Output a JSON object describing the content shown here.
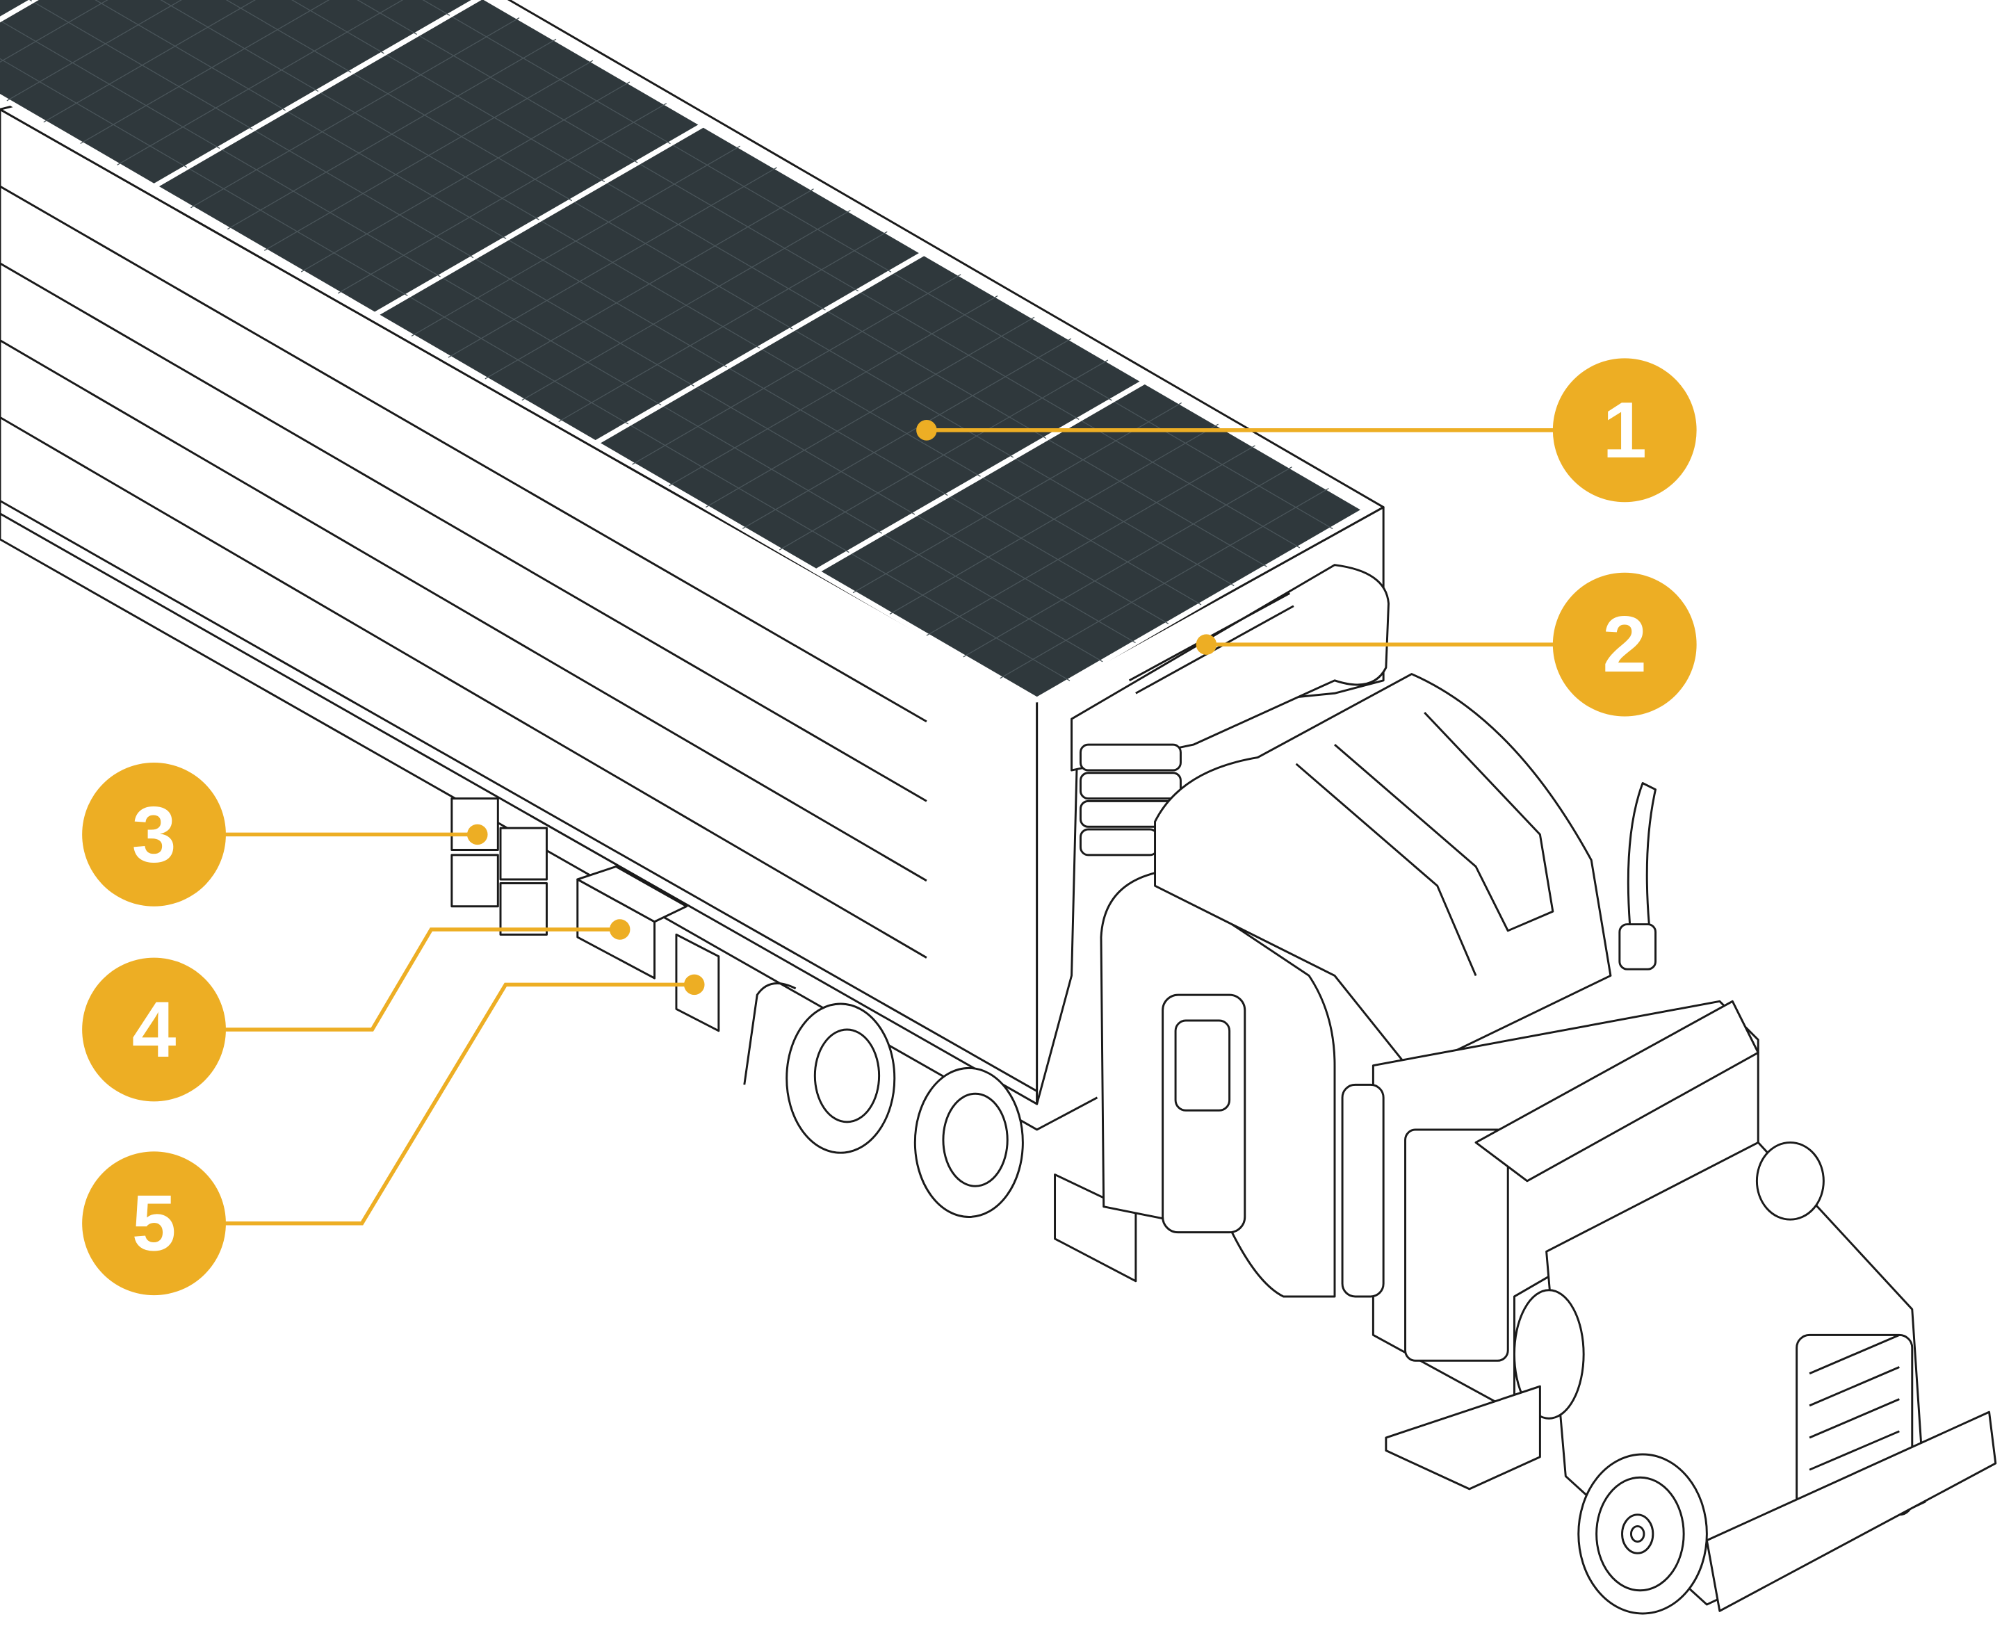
{
  "colors": {
    "accent": "#EDAE24",
    "panel": "#2f383c",
    "line": "#1a1a1a"
  },
  "callouts": [
    {
      "label": "1",
      "target": "solar-panels"
    },
    {
      "label": "2",
      "target": "refrigeration-unit"
    },
    {
      "label": "3",
      "target": "battery-modules"
    },
    {
      "label": "4",
      "target": "inverter-box"
    },
    {
      "label": "5",
      "target": "controller-box"
    }
  ]
}
